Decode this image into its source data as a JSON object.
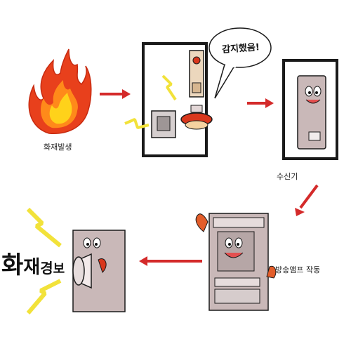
{
  "labels": {
    "fire_outbreak": "화재발생",
    "speech": "감지했음!",
    "receiver": "수신기",
    "broadcast_amp": "방송앰프 작동"
  },
  "alarm": {
    "chars": [
      "화",
      "재",
      "경",
      "보"
    ]
  },
  "colors": {
    "arrow": "#d42a2a",
    "panel_outline": "#1a1a1a",
    "panel_fill": "#c9b8b8",
    "flame_outer": "#e8401c",
    "flame_inner": "#ffd21a",
    "lightning": "#f2e23a",
    "detector_red": "#d9371c"
  }
}
